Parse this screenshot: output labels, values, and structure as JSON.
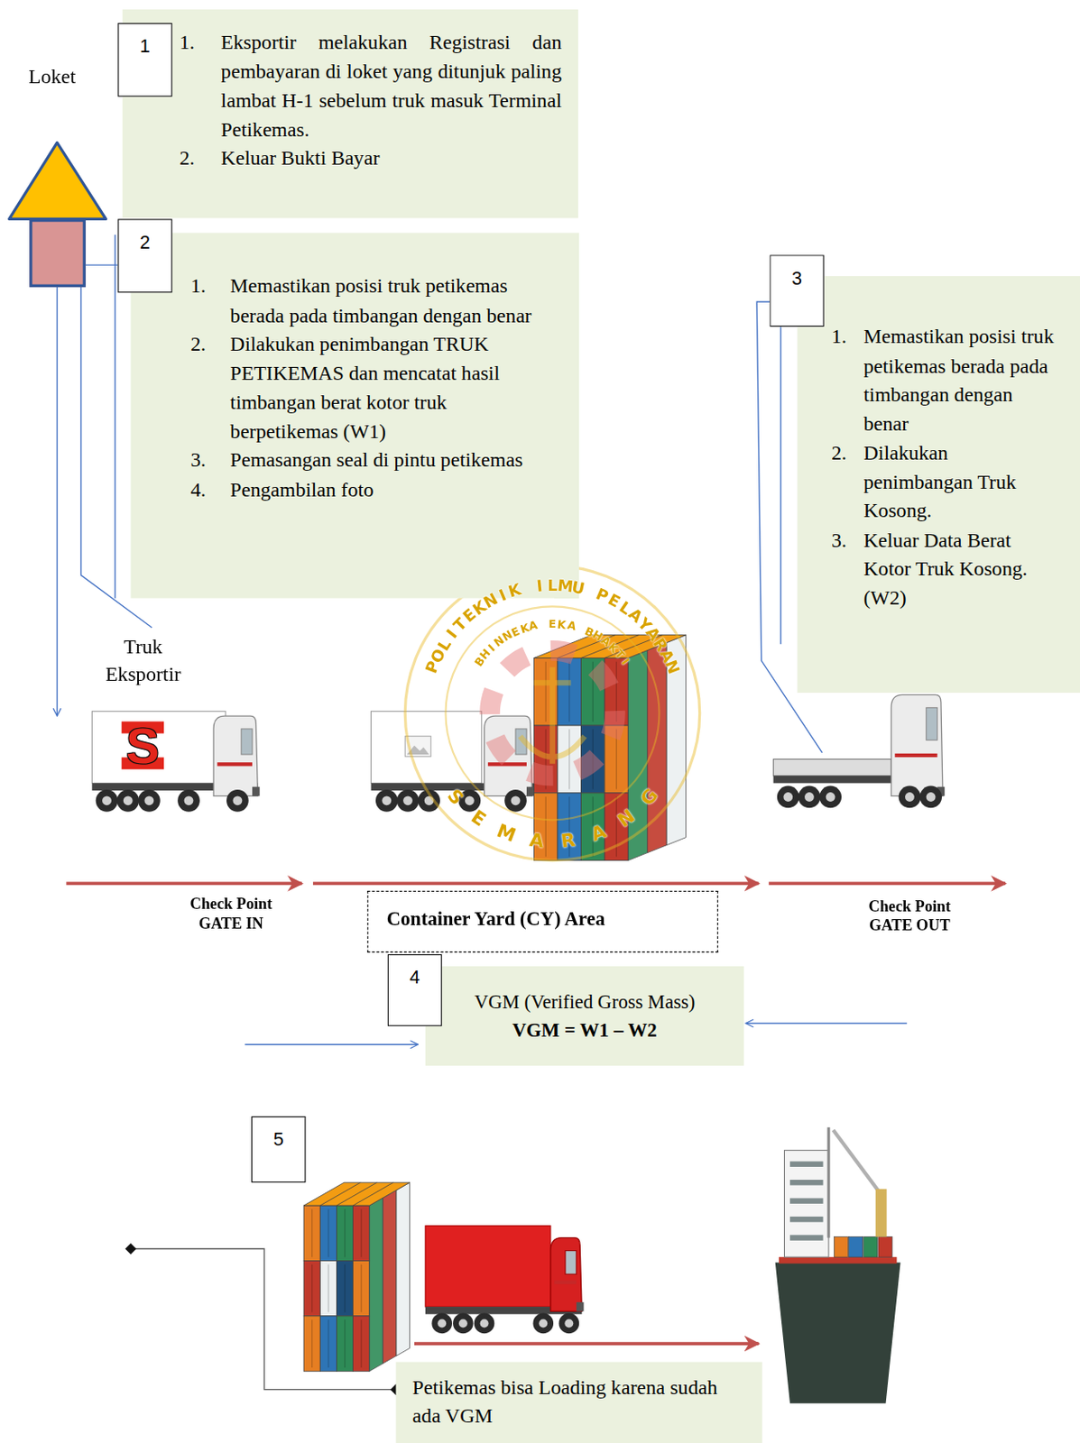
{
  "diagram": {
    "nodes": [
      {
        "text": [
          "Loket"
        ]
      },
      {
        "text": [
          "1"
        ]
      },
      {
        "text": [
          "1.",
          "Eksportir melakukan Registrasi dan pembayaran di loket yang ditunjuk paling lambat H-1 sebelum truk masuk Terminal Petikemas.",
          "2.",
          "Keluar Bukti Bayar"
        ]
      },
      {
        "text": [
          "2"
        ]
      },
      {
        "text": [
          "1.",
          "Memastikan posisi truk petikemas berada pada timbangan dengan benar",
          "2.",
          "Dilakukan penimbangan TRUK PETIKEMAS dan mencatat hasil timbangan berat kotor truk berpetikemas (W1)",
          "3.",
          "Pemasangan seal di pintu petikemas",
          "4.",
          "Pengambilan foto"
        ]
      },
      {
        "text": [
          "3"
        ]
      },
      {
        "text": [
          "1.",
          "Memastikan posisi truk petikemas berada pada timbangan dengan benar",
          "2.",
          "Dilakukan penimbangan Truk Kosong.",
          "3.",
          "Keluar Data Berat Kotor Truk Kosong. (W2)"
        ]
      },
      {
        "text": [
          "Container Yard (CY) Area"
        ]
      },
      {
        "text": [
          "4"
        ]
      },
      {
        "text": [
          "VGM (Verified Gross Mass)",
          "VGM = W1 – W2"
        ]
      },
      {
        "text": [
          "5"
        ]
      },
      {
        "text": [
          "Petikemas bisa Loading karena sudah ada VGM"
        ]
      }
    ],
    "edges": [
      {
        "from": 0,
        "to": 3,
        "arrow": "none"
      }
    ],
    "labels": [
      "Truk Eksportir",
      "S",
      "Check Point GATE IN",
      "Check Point GATE OUT",
      "POLITEKNIK ILMU PELAYARAN",
      "BHINNEKA EKA BHAKTI",
      "SEMARANG"
    ]
  }
}
